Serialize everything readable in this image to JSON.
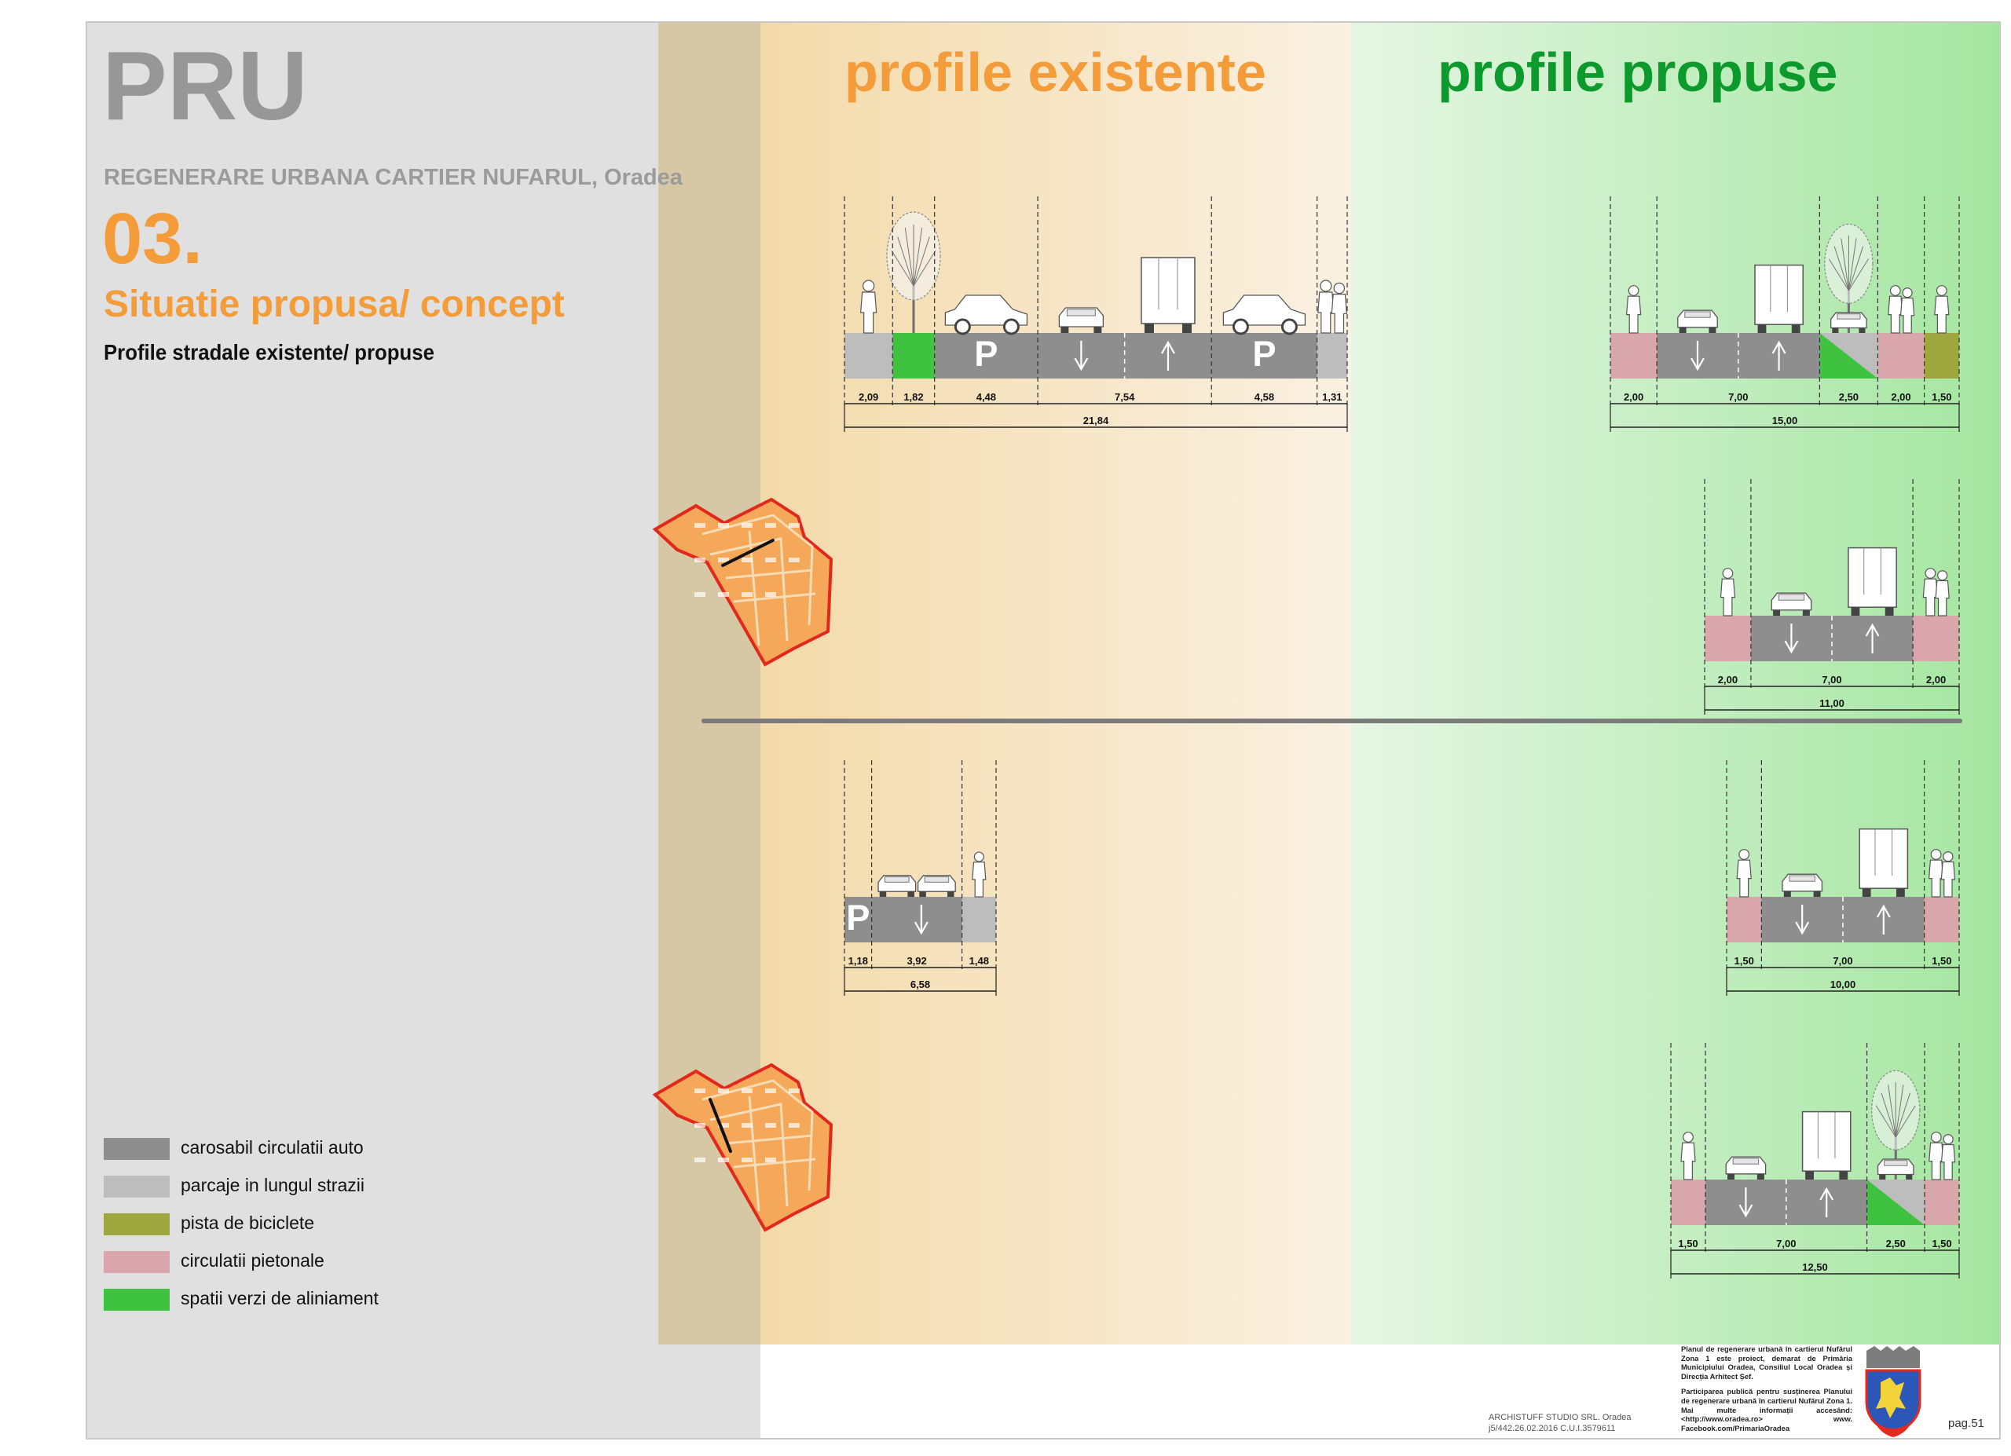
{
  "title": {
    "main": "PRU",
    "subtitle": "REGENERARE URBANA CARTIER NUFARUL, Oradea",
    "section_number": "03.",
    "section_title": "Situatie propusa/ concept",
    "section_subtitle": "Profile stradale existente/ propuse"
  },
  "columns": {
    "existing": "profile existente",
    "proposed": "profile propuse"
  },
  "colors": {
    "carosabil": "#8e8e8e",
    "parcaje": "#bdbdbd",
    "pista": "#9ea63e",
    "pietonal": "#d9a6ab",
    "verde": "#3fc240",
    "existing_header": "#f39c39",
    "proposed_header": "#0d9a2c",
    "map_fill": "#f5a85a",
    "map_outline": "#e3271b"
  },
  "legend": [
    {
      "key": "carosabil",
      "label": "carosabil circulatii auto"
    },
    {
      "key": "parcaje",
      "label": "parcaje in lungul strazii"
    },
    {
      "key": "pista",
      "label": "pista de biciclete"
    },
    {
      "key": "pietonal",
      "label": "circulatii pietonale"
    },
    {
      "key": "verde",
      "label": "spatii verzi de aliniament"
    }
  ],
  "profiles": {
    "existing_1": {
      "segments": [
        {
          "type": "parcaje",
          "width": "2,09",
          "w": 2.09,
          "figure": "pedestrian"
        },
        {
          "type": "verde",
          "width": "1,82",
          "w": 1.82,
          "figure": "tree"
        },
        {
          "type": "carosabil",
          "width": "4,48",
          "w": 4.48,
          "figure": "car-side",
          "marker": "P"
        },
        {
          "type": "carosabil",
          "width": "7,54",
          "w": 7.54,
          "figure": "car+truck",
          "lanes": 2
        },
        {
          "type": "carosabil",
          "width": "4,58",
          "w": 4.58,
          "figure": "car-side",
          "marker": "P"
        },
        {
          "type": "parcaje",
          "width": "1,31",
          "w": 1.31,
          "figure": "pedestrians"
        }
      ],
      "total": "21,84"
    },
    "existing_2": {
      "segments": [
        {
          "type": "carosabil",
          "width": "1,18",
          "w": 1.18,
          "marker": "P"
        },
        {
          "type": "carosabil",
          "width": "3,92",
          "w": 3.92,
          "figure": "two-cars",
          "lanes": 1
        },
        {
          "type": "parcaje",
          "width": "1,48",
          "w": 1.48,
          "figure": "pedestrian"
        }
      ],
      "total": "6,58"
    },
    "proposed_1": {
      "segments": [
        {
          "type": "pietonal",
          "width": "2,00",
          "w": 2.0,
          "figure": "pedestrian"
        },
        {
          "type": "carosabil",
          "width": "7,00",
          "w": 7.0,
          "figure": "car+truck",
          "lanes": 2
        },
        {
          "type": "verde",
          "width": "2,50",
          "w": 2.5,
          "figure": "tree",
          "split": true
        },
        {
          "type": "pietonal",
          "width": "2,00",
          "w": 2.0,
          "figure": "pedestrians"
        },
        {
          "type": "pista",
          "width": "1,50",
          "w": 1.5,
          "figure": "pedestrian"
        }
      ],
      "total": "15,00"
    },
    "proposed_2": {
      "segments": [
        {
          "type": "pietonal",
          "width": "2,00",
          "w": 2.0,
          "figure": "pedestrian"
        },
        {
          "type": "carosabil",
          "width": "7,00",
          "w": 7.0,
          "figure": "car+truck",
          "lanes": 2
        },
        {
          "type": "pietonal",
          "width": "2,00",
          "w": 2.0,
          "figure": "pedestrians"
        }
      ],
      "total": "11,00"
    },
    "proposed_3": {
      "segments": [
        {
          "type": "pietonal",
          "width": "1,50",
          "w": 1.5,
          "figure": "pedestrian"
        },
        {
          "type": "carosabil",
          "width": "7,00",
          "w": 7.0,
          "figure": "car+truck",
          "lanes": 2
        },
        {
          "type": "pietonal",
          "width": "1,50",
          "w": 1.5,
          "figure": "pedestrians"
        }
      ],
      "total": "10,00"
    },
    "proposed_4": {
      "segments": [
        {
          "type": "pietonal",
          "width": "1,50",
          "w": 1.5,
          "figure": "pedestrian"
        },
        {
          "type": "carosabil",
          "width": "7,00",
          "w": 7.0,
          "figure": "car+truck",
          "lanes": 2
        },
        {
          "type": "verde",
          "width": "2,50",
          "w": 2.5,
          "figure": "tree",
          "split": true
        },
        {
          "type": "pietonal",
          "width": "1,50",
          "w": 1.5,
          "figure": "pedestrians"
        }
      ],
      "total": "12,50"
    }
  },
  "footer": {
    "studio": "ARCHISTUFF STUDIO SRL. Oradea",
    "ref": "j5/442.26.02.2016 C.U.I.3579611",
    "info_1": "Planul de regenerare urbană în cartierul Nufărul Zona 1 este proiect, demarat de Primăria Municipiului Oradea, Consiliul Local Oradea și Direcția Arhitect Șef.",
    "info_2": "Participarea publică pentru susținerea Planului de regenerare urbană în cartierul Nufărul Zona 1. Mai multe informații accesând: <http://www.oradea.ro> www. Facebook.com/PrimariaOradea",
    "page": "pag.51"
  }
}
